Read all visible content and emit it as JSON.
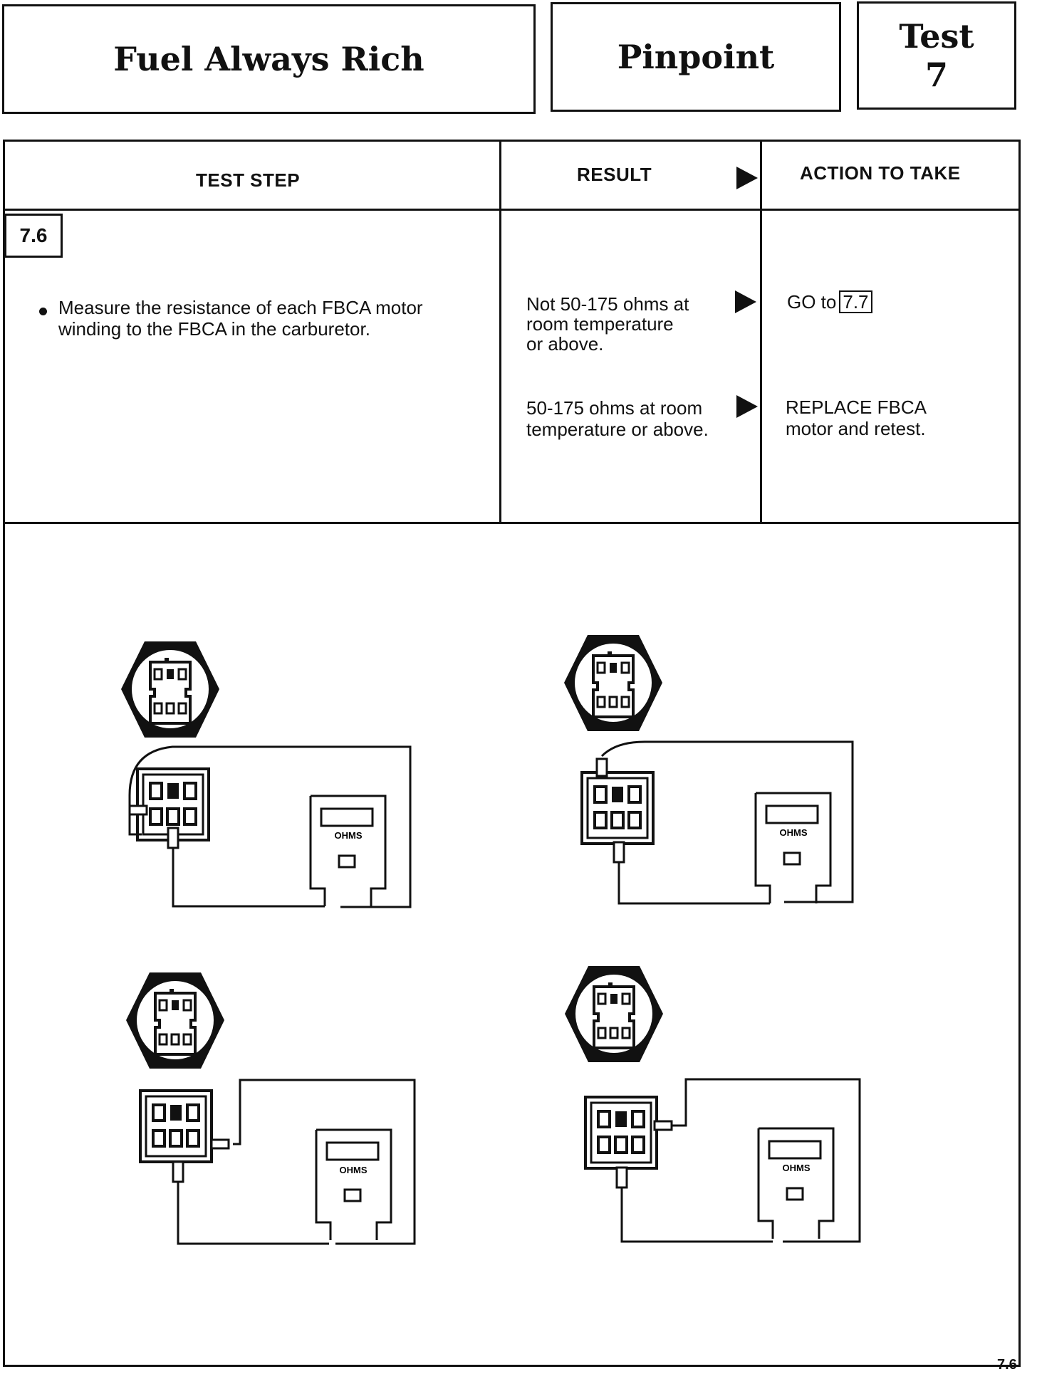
{
  "header": {
    "title": "Fuel Always Rich",
    "section": "Pinpoint",
    "test_label": "Test",
    "test_number": "7"
  },
  "table": {
    "col_test_step": "TEST STEP",
    "col_result": "RESULT",
    "col_action": "ACTION TO TAKE"
  },
  "step": {
    "number": "7.6",
    "instruction_line1": "Measure the resistance of each FBCA motor",
    "instruction_line2": "winding to the FBCA in the carburetor."
  },
  "results": [
    {
      "line1": "Not 50-175 ohms at",
      "line2": "room temperature",
      "line3": "or above.",
      "action_prefix": "GO to",
      "action_ref": "7.7"
    },
    {
      "line1": "50-175 ohms at room",
      "line2": "temperature or above.",
      "action_line1": "REPLACE FBCA",
      "action_line2": "motor and retest."
    }
  ],
  "meter_label": "OHMS",
  "page_number": "7.6"
}
